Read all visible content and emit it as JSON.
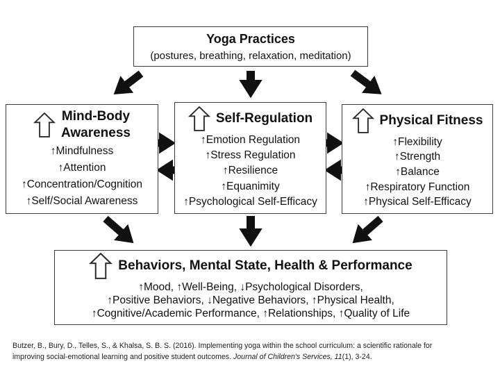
{
  "diagram": {
    "top_box": {
      "title": "Yoga Practices",
      "subtitle": "(postures, breathing, relaxation, meditation)"
    },
    "mind_body_box": {
      "title_line1": "Mind-Body",
      "title_line2": "Awareness",
      "items": [
        "↑Mindfulness",
        "↑Attention",
        "↑Concentration/Cognition",
        "↑Self/Social Awareness"
      ]
    },
    "self_regulation_box": {
      "title": "Self-Regulation",
      "items": [
        "↑Emotion Regulation",
        "↑Stress Regulation",
        "↑Resilience",
        "↑Equanimity",
        "↑Psychological Self-Efficacy"
      ]
    },
    "physical_fitness_box": {
      "title": "Physical Fitness",
      "items": [
        "↑Flexibility",
        "↑Strength",
        "↑Balance",
        "↑Respiratory Function",
        "↑Physical Self-Efficacy"
      ]
    },
    "outcomes_box": {
      "title": "Behaviors, Mental State, Health & Performance",
      "lines": [
        "↑Mood, ↑Well-Being, ↓Psychological Disorders,",
        "↑Positive Behaviors, ↓Negative Behaviors, ↑Physical Health,",
        "↑Cognitive/Academic Performance, ↑Relationships, ↑Quality of Life"
      ]
    }
  },
  "citation": {
    "line1": "Butzer, B., Bury, D., Telles, S., & Khalsa, S. B. S. (2016). Implementing yoga within the school curriculum: a scientific rationale for",
    "line2_text": "improving social-emotional learning and positive student outcomes. ",
    "line2_italic": "Journal of Children's Services, 11",
    "line2_end": "(1), 3-24."
  },
  "colors": {
    "arrow": "#111111",
    "border": "#3b3b3b",
    "text": "#111111",
    "background": "#ffffff"
  }
}
